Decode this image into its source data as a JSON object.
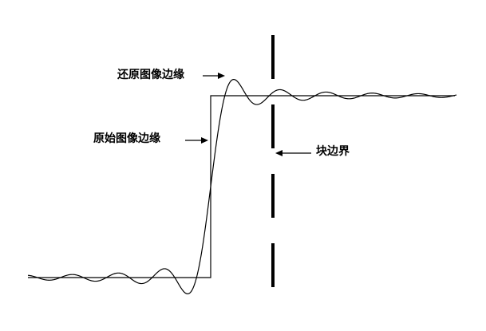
{
  "labels": {
    "restored_edge": "还原图像边缘",
    "original_edge": "原始图像边缘",
    "block_boundary": "块边界"
  },
  "colors": {
    "stroke": "#000000",
    "background": "#ffffff"
  }
}
